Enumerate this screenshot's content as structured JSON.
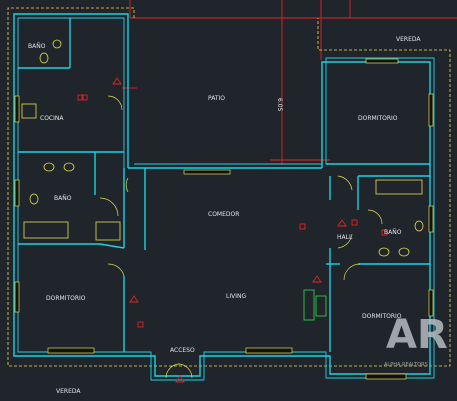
{
  "rooms": {
    "bano_top": "BAÑO",
    "cocina": "COCINA",
    "patio": "PATIO",
    "dormitorio_right": "DORMITORIO",
    "bano_left": "BAÑO",
    "comedor": "COMEDOR",
    "bano_right": "BAÑO",
    "hall": "HALL",
    "dormitorio_left": "DORMITORIO",
    "living": "LIVING",
    "dormitorio_bottom_right": "DORMITORIO",
    "acceso": "ACCESO"
  },
  "street": {
    "top": "VEREDA",
    "bottom": "VEREDA"
  },
  "dimension": "6.05",
  "watermark": {
    "logo": "AR",
    "text": "ALPHA REALTORS"
  },
  "colors": {
    "background": "#1f252b",
    "walls": "#19d3e6",
    "property_line": "#e8e04a",
    "grid": "#e02525"
  }
}
